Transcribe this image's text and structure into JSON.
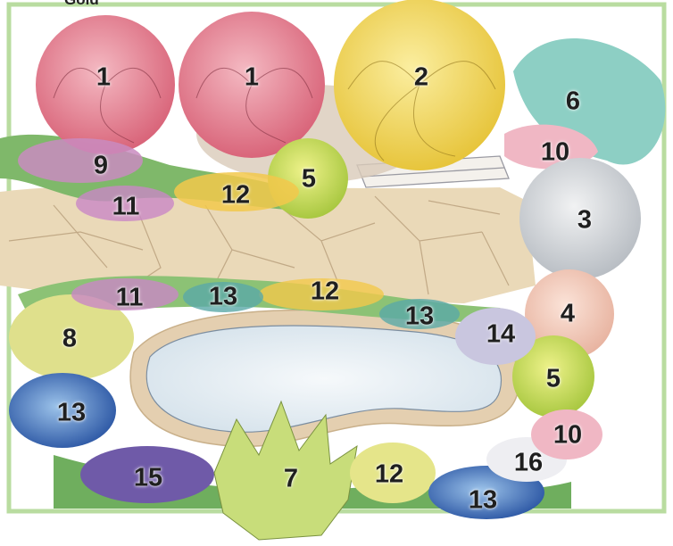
{
  "caption_fragment": "Gold",
  "colors": {
    "frame": "#b9dca0",
    "patio": "#ead9b8",
    "pond": "#e7eef3",
    "pond_rim": "#e4cfb0"
  },
  "plant_labels": [
    {
      "id": "1a",
      "text": "1",
      "color": "#e69aa6",
      "shape": "round-pink-shrub"
    },
    {
      "id": "1b",
      "text": "1",
      "color": "#e69aa6",
      "shape": "round-pink-shrub"
    },
    {
      "id": "2",
      "text": "2",
      "color": "#f3dc6c",
      "shape": "round-yellow-shrub"
    },
    {
      "id": "3",
      "text": "3",
      "color": "#d6d9dc",
      "shape": "round-grey-shrub"
    },
    {
      "id": "4",
      "text": "4",
      "color": "#f2cdbd",
      "shape": "round-peach-shrub"
    },
    {
      "id": "5a",
      "text": "5",
      "color": "#b9d56a",
      "shape": "round-lime-shrub"
    },
    {
      "id": "5b",
      "text": "5",
      "color": "#d4df5e",
      "shape": "round-lime-shrub"
    },
    {
      "id": "6",
      "text": "6",
      "color": "#8dcfc4",
      "shape": "teal-grass"
    },
    {
      "id": "7",
      "text": "7",
      "color": "#c8dd7a",
      "shape": "spiky-lime-plant"
    },
    {
      "id": "8",
      "text": "8",
      "color": "#dfe08c",
      "shape": "yellow-green-shrub"
    },
    {
      "id": "9",
      "text": "9",
      "color": "#c98bc0",
      "shape": "pink-groundcover"
    },
    {
      "id": "10a",
      "text": "10",
      "color": "#f0b7c4",
      "shape": "pink-flowers"
    },
    {
      "id": "10b",
      "text": "10",
      "color": "#f0b7c4",
      "shape": "pink-flowers"
    },
    {
      "id": "11a",
      "text": "11",
      "color": "#c987c6",
      "shape": "purple-groundcover"
    },
    {
      "id": "11b",
      "text": "11",
      "color": "#c987c6",
      "shape": "purple-groundcover"
    },
    {
      "id": "12a",
      "text": "12",
      "color": "#f2c84b",
      "shape": "yellow-flower-border"
    },
    {
      "id": "12b",
      "text": "12",
      "color": "#f2c84b",
      "shape": "yellow-flower-border"
    },
    {
      "id": "12c",
      "text": "12",
      "color": "#f2c84b",
      "shape": "yellow-flower-border"
    },
    {
      "id": "13a",
      "text": "13",
      "color": "#3e6fb8",
      "shape": "blue-groundcover"
    },
    {
      "id": "13b",
      "text": "13",
      "color": "#5aa9a8",
      "shape": "teal-groundcover"
    },
    {
      "id": "13c",
      "text": "13",
      "color": "#5aa9a8",
      "shape": "teal-groundcover"
    },
    {
      "id": "13d",
      "text": "13",
      "color": "#3e6fb8",
      "shape": "blue-groundcover"
    },
    {
      "id": "14",
      "text": "14",
      "color": "#c9c6df",
      "shape": "lavender-shrub"
    },
    {
      "id": "15",
      "text": "15",
      "color": "#6f5aa8",
      "shape": "purple-groundcover"
    },
    {
      "id": "16",
      "text": "16",
      "color": "#e8e8ee",
      "shape": "white-flowers"
    }
  ]
}
